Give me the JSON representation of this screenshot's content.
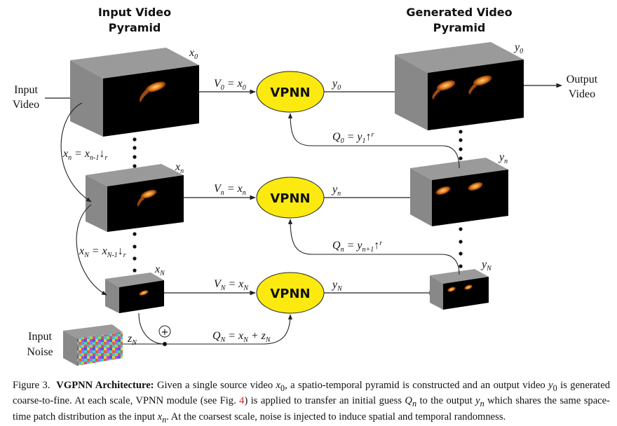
{
  "headers": {
    "input_pyramid": [
      "Input Video",
      "Pyramid"
    ],
    "generated_pyramid": [
      "Generated Video",
      "Pyramid"
    ]
  },
  "side_labels": {
    "input_video": [
      "Input",
      "Video"
    ],
    "output_video": [
      "Output",
      "Video"
    ],
    "input_noise": [
      "Input",
      "Noise"
    ]
  },
  "modules": [
    {
      "label": "VPNN",
      "level": "0"
    },
    {
      "label": "VPNN",
      "level": "n"
    },
    {
      "label": "VPNN",
      "level": "N"
    }
  ],
  "colors": {
    "vpnn_fill": "#fbe90f",
    "cube_side": "#888888",
    "cube_top": "#9a9a9a",
    "cube_front": "#000000",
    "caption_ref": "#e02020"
  },
  "volumes": {
    "x0": {
      "base": "x",
      "sub": "0"
    },
    "xn": {
      "base": "x",
      "sub": "n"
    },
    "xN": {
      "base": "x",
      "sub": "N"
    },
    "y0": {
      "base": "y",
      "sub": "0"
    },
    "yn": {
      "base": "y",
      "sub": "n"
    },
    "yN": {
      "base": "y",
      "sub": "N"
    },
    "zN": {
      "base": "z",
      "sub": "N"
    }
  },
  "edges": {
    "V0": {
      "lhs": "V",
      "lsub": "0",
      "eq": " = ",
      "rhs": "x",
      "rsub": "0"
    },
    "Vn": {
      "lhs": "V",
      "lsub": "n",
      "eq": " = ",
      "rhs": "x",
      "rsub": "n"
    },
    "VN": {
      "lhs": "V",
      "lsub": "N",
      "eq": " = ",
      "rhs": "x",
      "rsub": "N"
    },
    "Q0": {
      "lhs": "Q",
      "lsub": "0",
      "eq": " = ",
      "rhs": "y",
      "rsub": "1",
      "op": "↑",
      "opsup": "r"
    },
    "Qn": {
      "lhs": "Q",
      "lsub": "n",
      "eq": " = ",
      "rhs": "y",
      "rsub": "n+1",
      "op": "↑",
      "opsup": "r"
    },
    "QN": {
      "lhs": "Q",
      "lsub": "N",
      "eq": " = ",
      "rhs": "x",
      "rsub": "N",
      "plus": " + ",
      "rhs2": "z",
      "rsub2": "N"
    },
    "xn_down": {
      "lhs": "x",
      "lsub": "n",
      "eq": " = ",
      "rhs": "x",
      "rsub": "n-1",
      "op": "↓",
      "opsub": "r"
    },
    "xN_down": {
      "lhs": "x",
      "lsub": "N",
      "eq": " = ",
      "rhs": "x",
      "rsub": "N-1",
      "op": "↓",
      "opsub": "r"
    },
    "plus_symbol": "+"
  },
  "caption": {
    "figure_label": "Figure 3.",
    "title": "VGPNN Architecture:",
    "t1": " Given a single source video ",
    "m1": "x",
    "m1sub": "0",
    "t2": ", a spatio-temporal pyramid is constructed and an output video ",
    "m2": "y",
    "m2sub": "0",
    "t3": " is generated coarse-to-fine. At each scale, VPNN module (see Fig. ",
    "ref": "4",
    "t4": ") is applied to transfer an initial guess ",
    "m3": "Q",
    "m3sub": "n",
    "t5": " to the output ",
    "m4": "y",
    "m4sub": "n",
    "t6": " which shares the same space-time patch distribution as the input ",
    "m5": "x",
    "m5sub": "n",
    "t7": ". At the coarsest scale, noise is injected to induce spatial and temporal randomness."
  }
}
